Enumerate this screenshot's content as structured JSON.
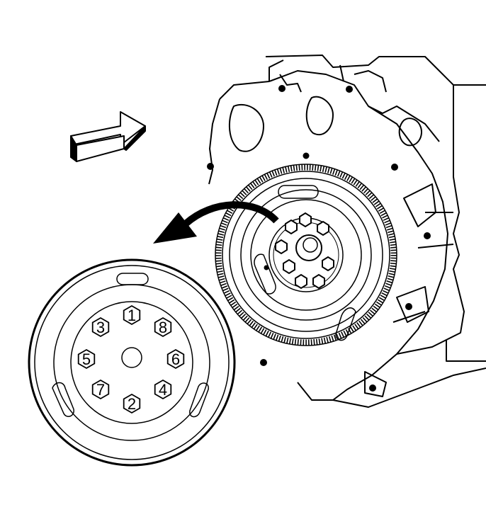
{
  "figure": {
    "colors": {
      "line": "#000000",
      "background": "#ffffff"
    },
    "bolts": [
      {
        "label": "1"
      },
      {
        "label": "8"
      },
      {
        "label": "6"
      },
      {
        "label": "4"
      },
      {
        "label": "2"
      },
      {
        "label": "7"
      },
      {
        "label": "5"
      },
      {
        "label": "3"
      }
    ]
  }
}
